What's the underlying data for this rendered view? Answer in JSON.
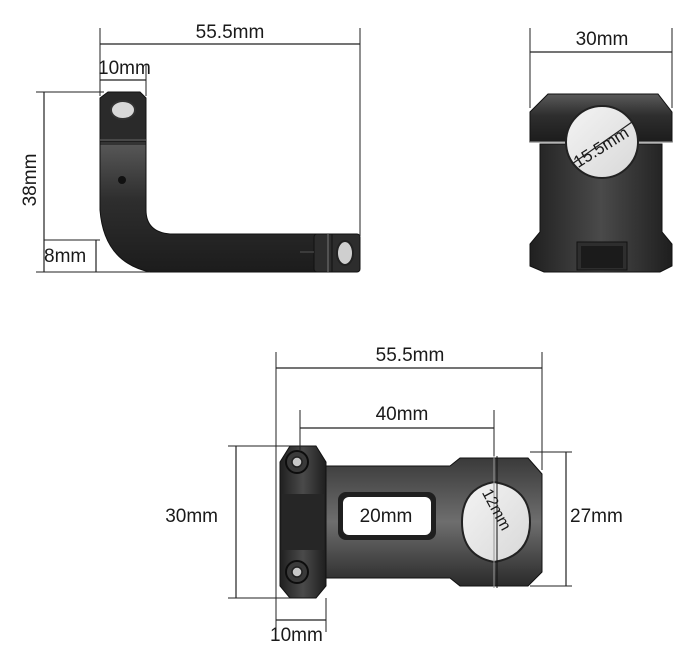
{
  "side_view": {
    "total_length": "55.5mm",
    "clamp_width": "10mm",
    "height": "38mm",
    "base_thickness": "8mm"
  },
  "front_view": {
    "width": "30mm",
    "bore_diameter": "15.5mm"
  },
  "top_view": {
    "total_length": "55.5mm",
    "center_distance": "40mm",
    "slot_length": "20mm",
    "clamp_slot": "12mm",
    "width": "30mm",
    "end_width": "27mm",
    "clamp_width": "10mm"
  },
  "colors": {
    "body_dark": "#2b2b2b",
    "body_mid": "#3d3d3d",
    "highlight": "#8a8a8a",
    "dimension": "#222222"
  }
}
